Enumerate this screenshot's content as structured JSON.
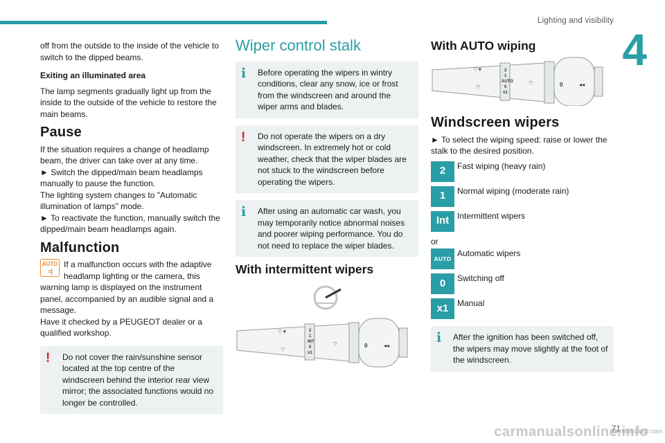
{
  "header": {
    "section_title": "Lighting and visibility",
    "chapter_number": "4"
  },
  "col1": {
    "intro": "off from the outside to the inside of the vehicle to switch to the dipped beams.",
    "exiting_title": "Exiting an illuminated area",
    "exiting_text": "The lamp segments gradually light up from the inside to the outside of the vehicle to restore the main beams.",
    "pause_title": "Pause",
    "pause_text_1": "If the situation requires a change of headlamp beam, the driver can take over at any time.",
    "pause_text_2": "► Switch the dipped/main beam headlamps manually to pause the function.",
    "pause_text_3": "The lighting system changes to \"Automatic illumination of lamps\" mode.",
    "pause_text_4": "► To reactivate the function, manually switch the dipped/main beam headlamps again.",
    "malfunction_title": "Malfunction",
    "auto_icon_label": "AUTO",
    "malfunction_text_1": "If a malfunction occurs with the adaptive headlamp lighting or the camera, this warning lamp is displayed on the instrument panel, accompanied by an audible signal and a message.",
    "malfunction_text_2": "Have it checked by a PEUGEOT dealer or a qualified workshop.",
    "warning_box": "Do not cover the rain/sunshine sensor located at the top centre of the windscreen behind the interior rear view mirror; the associated functions would no longer be controlled."
  },
  "col2": {
    "title": "Wiper control stalk",
    "info_box_1": "Before operating the wipers in wintry conditions, clear any snow, ice or frost from the windscreen and around the wiper arms and blades.",
    "warning_box": "Do not operate the wipers on a dry windscreen. In extremely hot or cold weather, check that the wiper blades are not stuck to the windscreen before operating the wipers.",
    "info_box_2": "After using an automatic car wash, you may temporarily notice abnormal noises and poorer wiping performance.  You do not need to replace the wiper blades.",
    "intermittent_title": "With intermittent wipers",
    "stalk_labels": [
      "2",
      "1",
      "INT",
      "0",
      "x1"
    ]
  },
  "col3": {
    "auto_title": "With AUTO wiping",
    "stalk_labels": [
      "2",
      "1",
      "AUTO",
      "0",
      "x1"
    ],
    "windscreen_title": "Windscreen wipers",
    "windscreen_text": "► To select the wiping speed: raise or lower the stalk to the desired position.",
    "modes": [
      {
        "tile": "2",
        "label": "Fast wiping (heavy rain)"
      },
      {
        "tile": "1",
        "label": "Normal wiping (moderate rain)"
      },
      {
        "tile": "Int",
        "label": "Intermittent wipers"
      }
    ],
    "or": "or",
    "modes2": [
      {
        "tile": "AUTO",
        "label": "Automatic wipers"
      },
      {
        "tile": "0",
        "label": "Switching off"
      },
      {
        "tile": "x1",
        "label": "Manual"
      }
    ],
    "info_box": "After the ignition has been switched off, the wipers may move slightly at the foot of the windscreen."
  },
  "footer": {
    "page_number": "71",
    "watermark": "carmanualsonline.info",
    "watermark_small": "CarManuals2.com"
  },
  "colors": {
    "accent": "#2a9ea6",
    "warning": "#e0202a",
    "auto_icon": "#f08a2a"
  }
}
